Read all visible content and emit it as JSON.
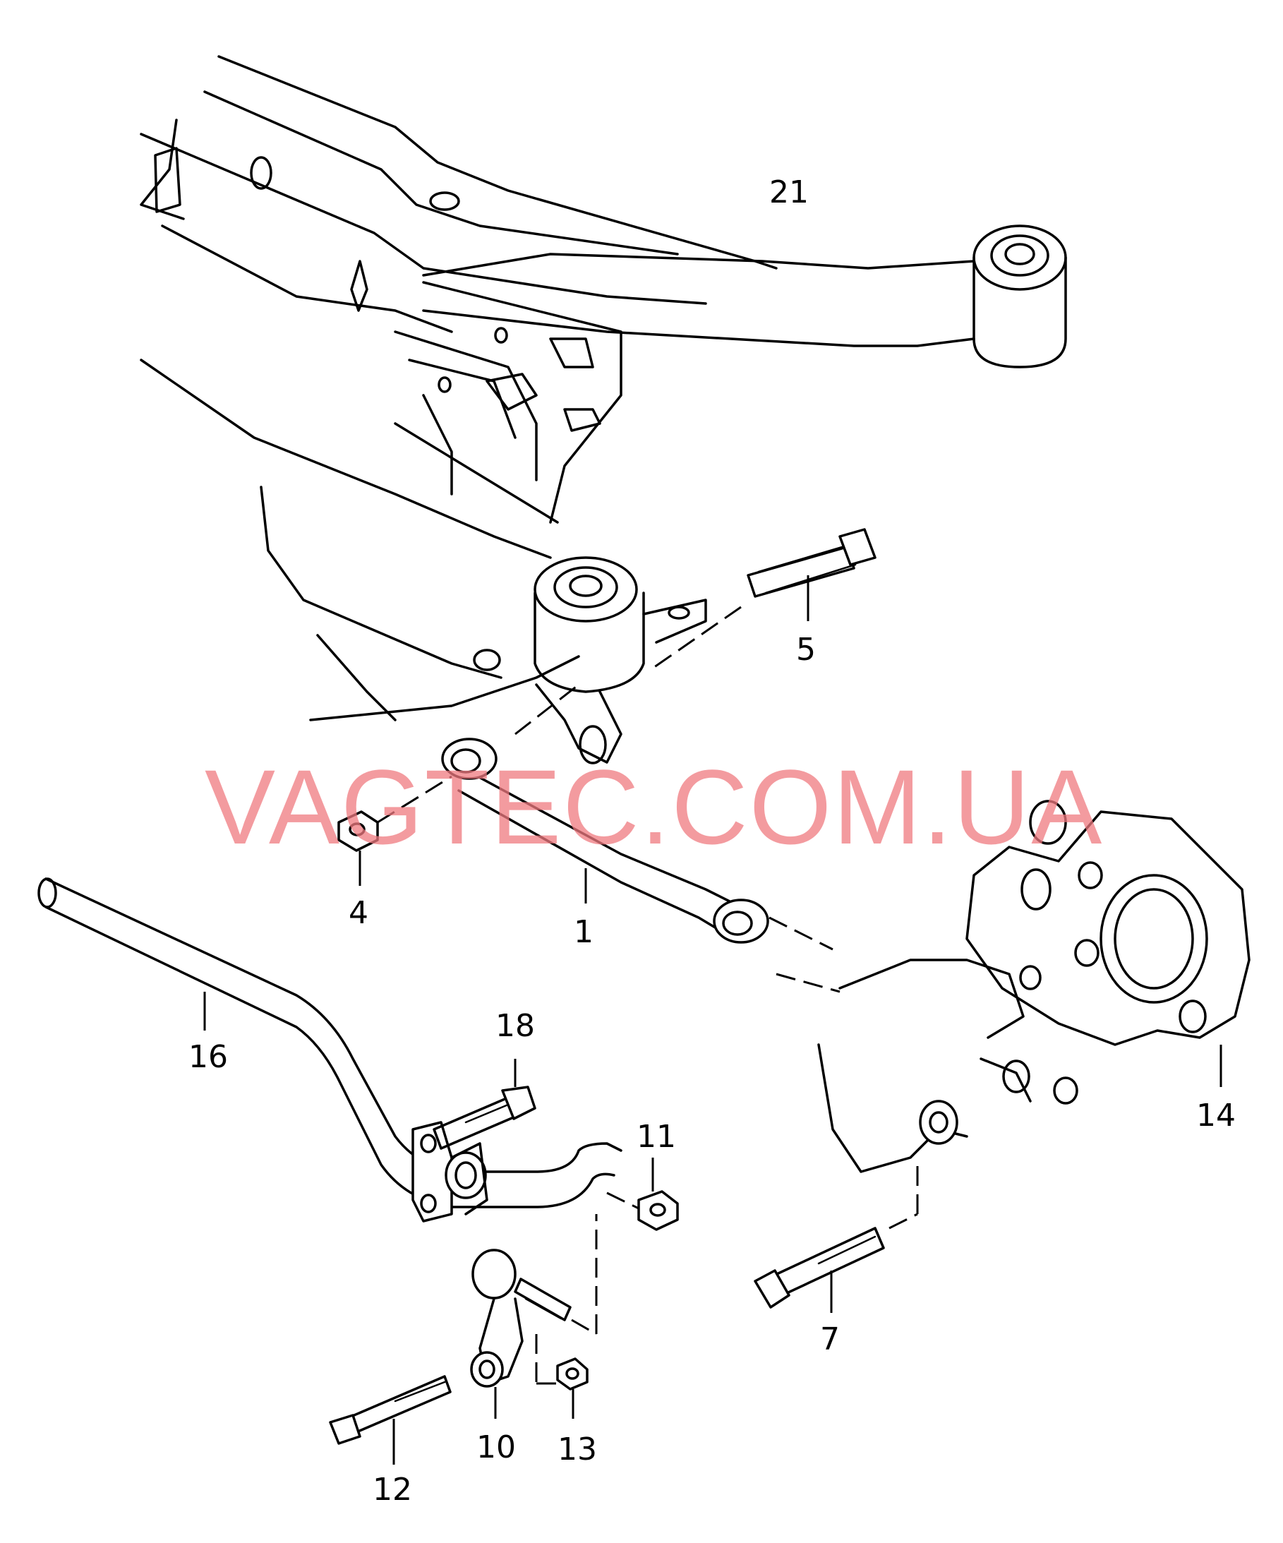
{
  "watermark": "VAGTEC.COM.UA",
  "callouts": {
    "p1": "1",
    "p4": "4",
    "p5": "5",
    "p7": "7",
    "p10": "10",
    "p11": "11",
    "p12": "12",
    "p13": "13",
    "p14": "14",
    "p16": "16",
    "p18": "18",
    "p21": "21"
  },
  "colors": {
    "line": "#000000",
    "background": "#ffffff",
    "watermark": "#f07a80"
  }
}
